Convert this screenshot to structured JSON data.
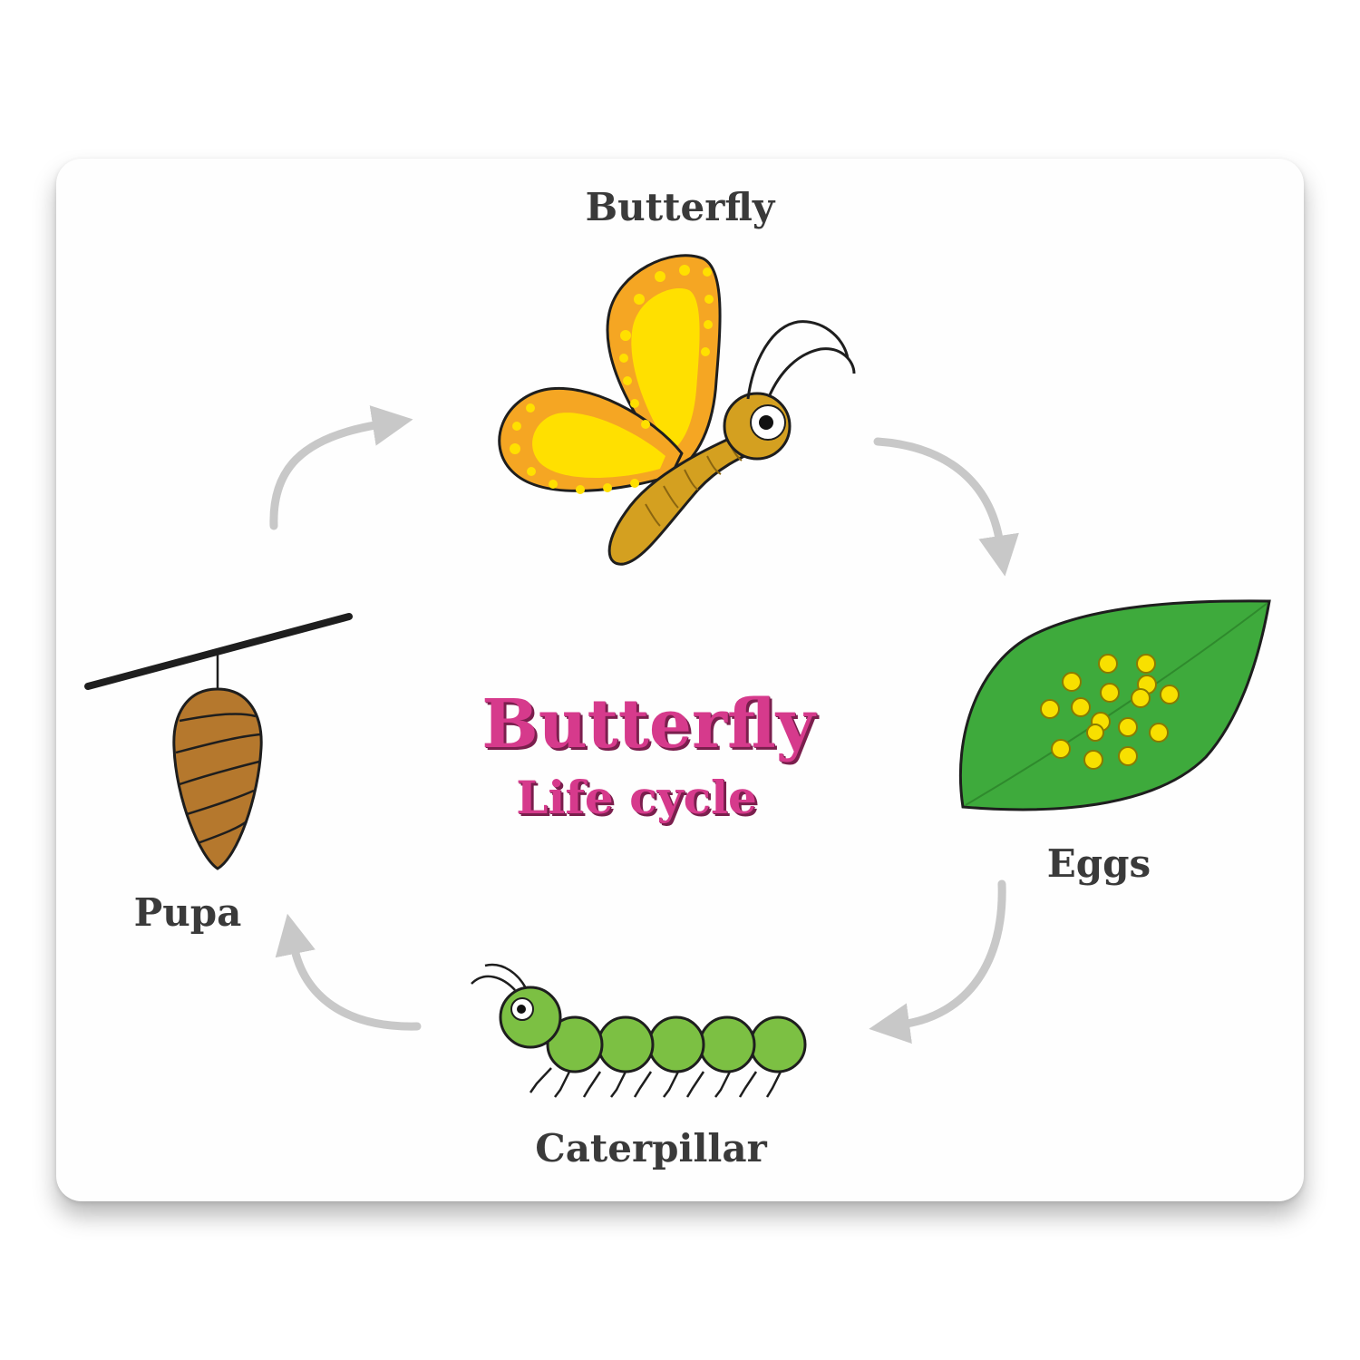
{
  "title": {
    "main": "Butterfly",
    "sub": "Life cycle"
  },
  "stages": [
    {
      "id": "butterfly",
      "label": "Butterfly"
    },
    {
      "id": "eggs",
      "label": "Eggs"
    },
    {
      "id": "caterpillar",
      "label": "Caterpillar"
    },
    {
      "id": "pupa",
      "label": "Pupa"
    }
  ],
  "colors": {
    "title_pink": "#d63a8c",
    "label_text": "#3a3a3a",
    "arrow_gray": "#c8c8c8",
    "wing_orange": "#f5a623",
    "wing_yellow": "#ffe000",
    "body_gold": "#d4a020",
    "leaf_green": "#3eaa3c",
    "egg_yellow": "#f8e000",
    "caterpillar_green": "#7cc043",
    "pupa_brown": "#b5782d"
  }
}
